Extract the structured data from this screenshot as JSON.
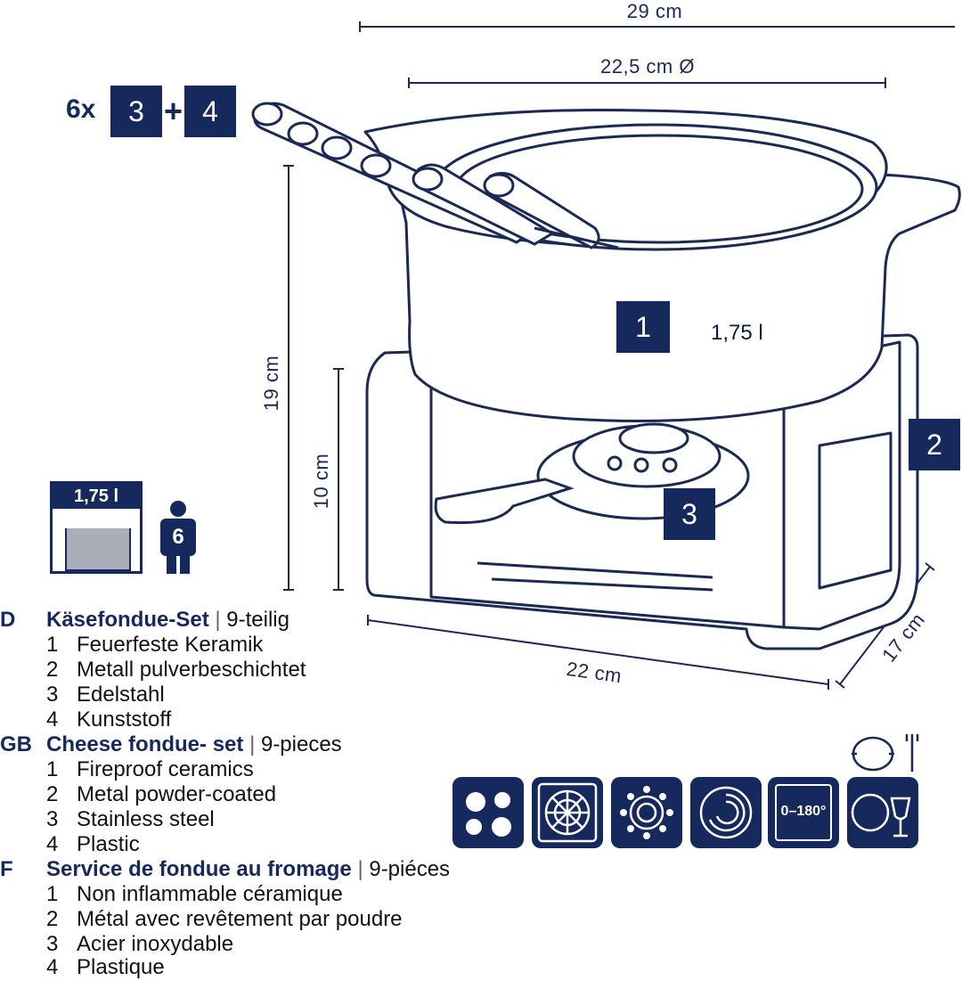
{
  "dimensions": {
    "total_width": "29 cm",
    "pot_diameter": "22,5 cm Ø",
    "total_height": "19 cm",
    "stand_height": "10 cm",
    "base_length": "22 cm",
    "base_depth": "17 cm"
  },
  "callouts": {
    "count": "6x",
    "fork_parts": [
      "3",
      "4"
    ],
    "plus": "+",
    "pot": "1",
    "pot_volume": "1,75 l",
    "stand": "2",
    "burner": "3"
  },
  "capacity_icon": {
    "volume": "1,75 l",
    "persons": "6"
  },
  "descriptions": [
    {
      "lang": "D",
      "title": "Käsefondue-Set",
      "sep": "|",
      "pieces": "9-teilig",
      "items": [
        {
          "n": "1",
          "t": "Feuerfeste Keramik"
        },
        {
          "n": "2",
          "t": "Metall pulverbeschichtet"
        },
        {
          "n": "3",
          "t": "Edelstahl"
        },
        {
          "n": "4",
          "t": "Kunststoff"
        }
      ]
    },
    {
      "lang": "GB",
      "title": "Cheese fondue- set",
      "sep": "|",
      "pieces": "9-pieces",
      "items": [
        {
          "n": "1",
          "t": "Fireproof ceramics"
        },
        {
          "n": "2",
          "t": "Metal powder-coated"
        },
        {
          "n": "3",
          "t": "Stainless steel"
        },
        {
          "n": "4",
          "t": "Plastic"
        }
      ]
    },
    {
      "lang": "F",
      "title": "Service de fondue au fromage",
      "sep": "|",
      "pieces": "9-piéces",
      "items": [
        {
          "n": "1",
          "t": "Non inflammable céramique"
        },
        {
          "n": "2",
          "t": "Métal avec revêtement par poudre"
        },
        {
          "n": "3",
          "t": "Acier inoxydable"
        },
        {
          "n": "4",
          "t": "Plastique"
        }
      ]
    }
  ],
  "usage_icons": [
    {
      "name": "electric-hob-icon"
    },
    {
      "name": "ceramic-hob-icon"
    },
    {
      "name": "gas-hob-icon"
    },
    {
      "name": "induction-hob-icon"
    },
    {
      "name": "oven-temperature-icon",
      "label": "0–180°"
    },
    {
      "name": "dishwasher-icon"
    }
  ],
  "colors": {
    "navy": "#16295c",
    "outline": "#1b2a52"
  }
}
